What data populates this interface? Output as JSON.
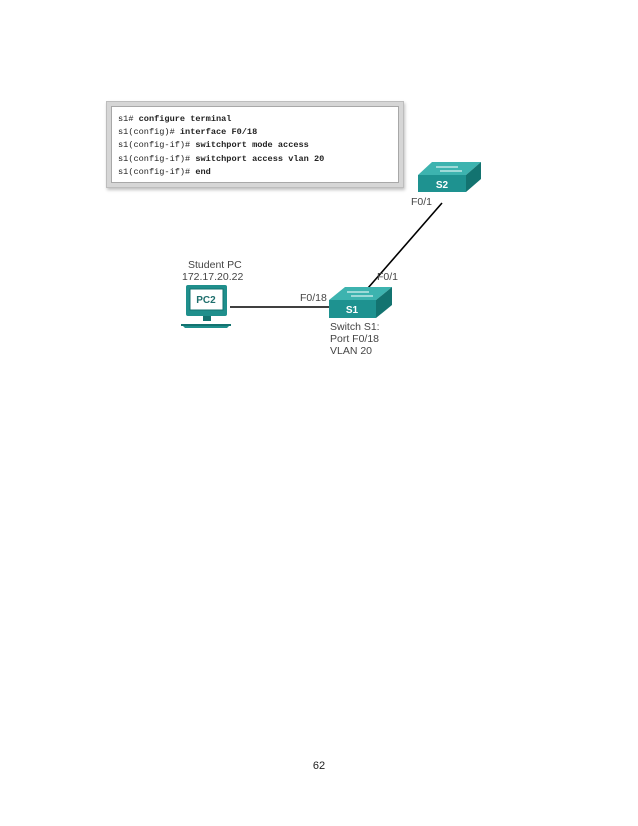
{
  "cli": {
    "lines": [
      {
        "prompt": "s1#",
        "command": " configure terminal"
      },
      {
        "prompt": "s1(config)#",
        "command": " interface F0/18"
      },
      {
        "prompt": "s1(config-if)#",
        "command": " switchport mode access"
      },
      {
        "prompt": "s1(config-if)#",
        "command": " switchport access vlan 20"
      },
      {
        "prompt": "s1(config-if)#",
        "command": " end"
      }
    ]
  },
  "devices": {
    "s2": {
      "label": "S2",
      "port": "F0/1"
    },
    "s1": {
      "label": "S1",
      "port_uplink": "F0/1",
      "port_pc": "F0/18",
      "caption_line1": "Switch S1:",
      "caption_line2": "Port F0/18",
      "caption_line3": "VLAN 20"
    },
    "pc2": {
      "label": "PC2",
      "name": "Student PC",
      "ip": "172.17.20.22"
    }
  },
  "page": {
    "number": "62"
  },
  "colors": {
    "switch": "#1e9290",
    "switch_top": "#3db3af",
    "switch_dark": "#137370",
    "pc": "#1f8f8c",
    "link": "#000000"
  }
}
